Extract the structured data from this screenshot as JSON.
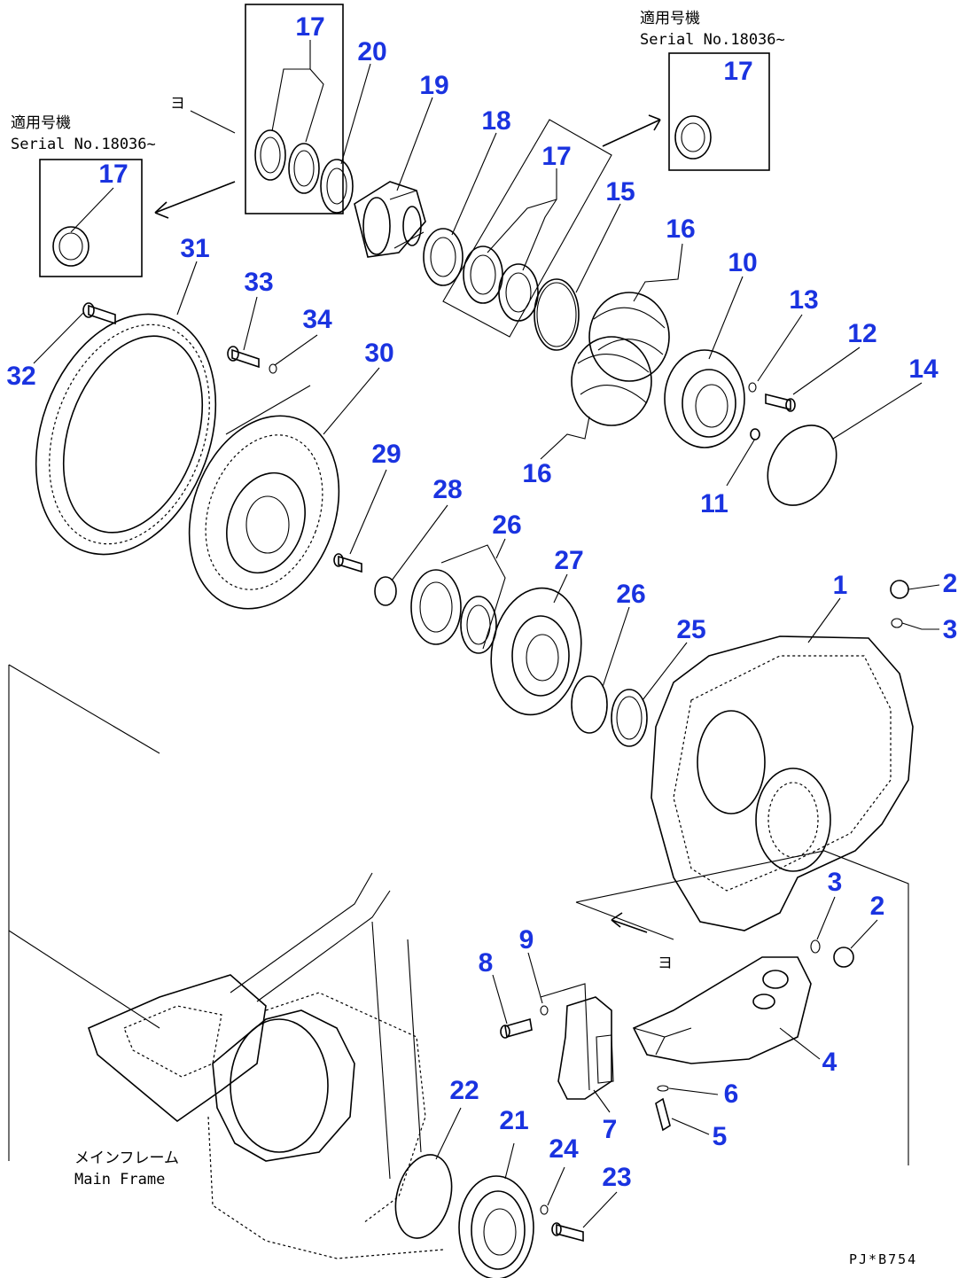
{
  "labels": {
    "p1": "1",
    "p2a": "2",
    "p2b": "2",
    "p3a": "3",
    "p3b": "3",
    "p4": "4",
    "p5": "5",
    "p6": "6",
    "p7": "7",
    "p8": "8",
    "p9": "9",
    "p10": "10",
    "p11": "11",
    "p12": "12",
    "p13": "13",
    "p14": "14",
    "p15": "15",
    "p16a": "16",
    "p16b": "16",
    "p17a": "17",
    "p17b": "17",
    "p17c": "17",
    "p17d": "17",
    "p18": "18",
    "p19": "19",
    "p20": "20",
    "p21": "21",
    "p22": "22",
    "p23": "23",
    "p24": "24",
    "p25": "25",
    "p26a": "26",
    "p26b": "26",
    "p27": "27",
    "p28": "28",
    "p29": "29",
    "p30": "30",
    "p31": "31",
    "p32": "32",
    "p33": "33",
    "p34": "34"
  },
  "notes": {
    "serial_right_jp": "適用号機",
    "serial_right": "Serial No.18036~",
    "serial_left_jp": "適用号機",
    "serial_left": "Serial No.18036~",
    "main_frame_jp": "メインフレーム",
    "main_frame": "Main Frame",
    "view_mark_a": "ヨ",
    "view_mark_b": "ヨ",
    "drawing_code": "PJ*B754"
  },
  "colors": {
    "label": "#1a33e0",
    "line": "#000000",
    "background": "#ffffff"
  }
}
